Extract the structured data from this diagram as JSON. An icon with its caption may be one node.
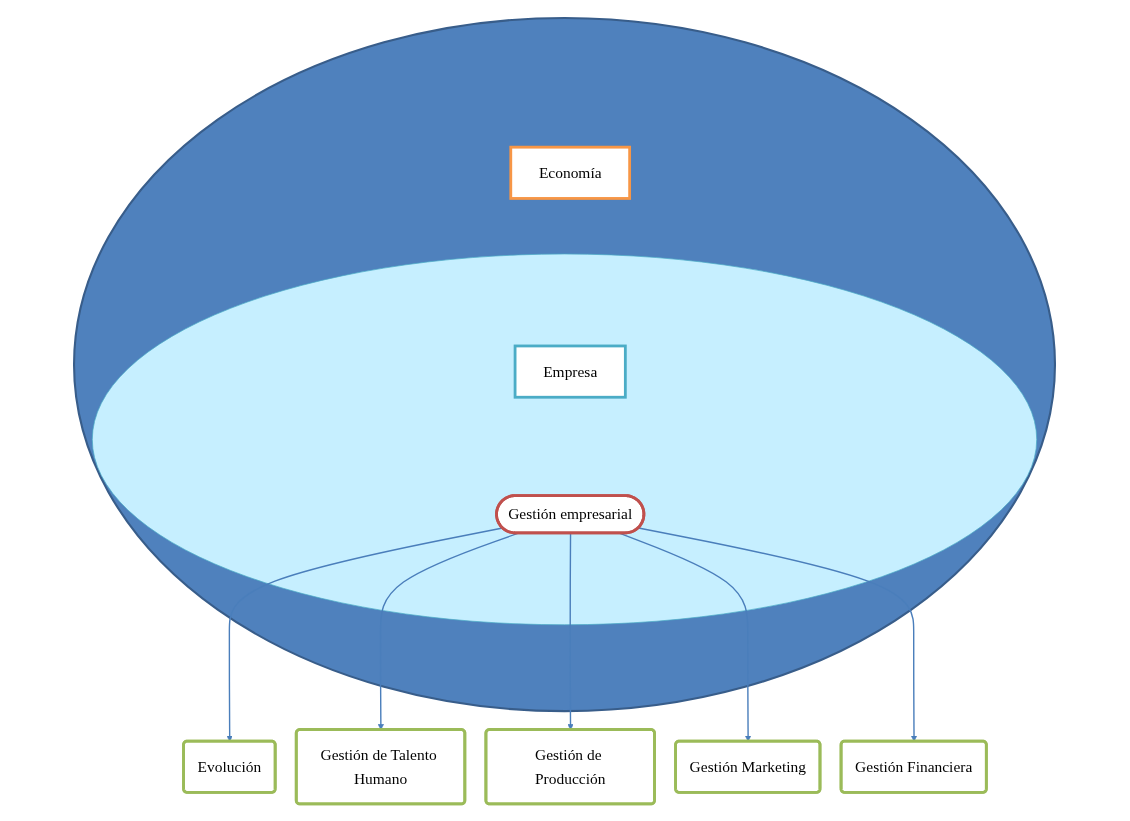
{
  "diagram": {
    "nodes": [
      {
        "text": [],
        "shape": "circle"
      },
      {
        "text": [
          "Economía"
        ],
        "in": 0
      },
      {
        "text": [],
        "shape": "circle",
        "in": 0
      },
      {
        "text": [
          "Empresa"
        ],
        "in": 2
      },
      {
        "text": [
          "Gestión empresarial"
        ],
        "in": 2
      },
      {
        "text": [
          "Evolución"
        ]
      },
      {
        "text": [
          "Gestión de Talento Humano"
        ]
      },
      {
        "text": [
          "Gestión de Producción"
        ]
      },
      {
        "text": [
          "Gestión Marketing"
        ]
      },
      {
        "text": [
          "Gestión Financiera"
        ]
      }
    ],
    "edges": [
      {
        "from": 4,
        "to": 5,
        "arrow": "to"
      },
      {
        "from": 4,
        "to": 6,
        "arrow": "to"
      },
      {
        "from": 4,
        "to": 7,
        "arrow": "to"
      },
      {
        "from": 4,
        "to": 8,
        "arrow": "to"
      },
      {
        "from": 4,
        "to": 9,
        "arrow": "to"
      }
    ]
  }
}
